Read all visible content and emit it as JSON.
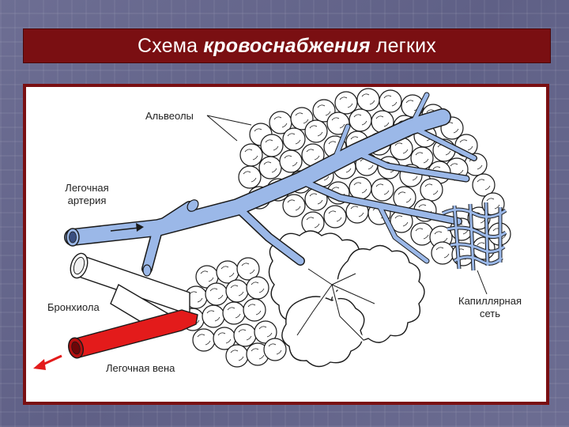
{
  "title": {
    "part1": "Схема ",
    "part2": "кровоснабжения",
    "part3": " легких"
  },
  "labels": {
    "alveoli": "Альвеолы",
    "artery_line1": "Легочная",
    "artery_line2": "артерия",
    "bronchiole": "Бронхиола",
    "vein": "Легочная вена",
    "capillary_line1": "Капиллярная",
    "capillary_line2": "сеть"
  },
  "colors": {
    "background": "#6a6b8e",
    "title_bar": "#7a0f12",
    "artery": "#9bb8e8",
    "vein": "#e31b1b",
    "outline": "#1a1a1a"
  }
}
